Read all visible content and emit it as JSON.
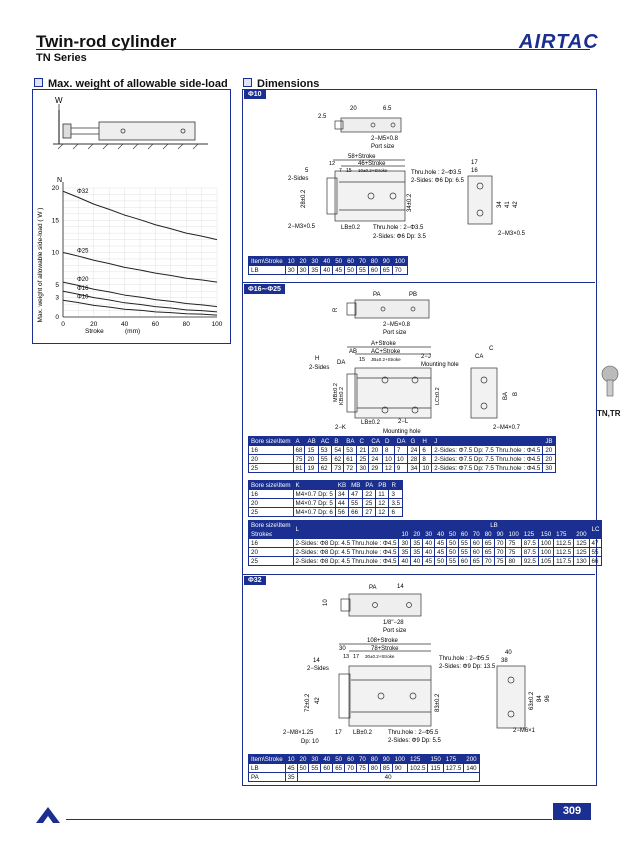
{
  "header": {
    "title": "Twin-rod cylinder",
    "series": "TN Series",
    "brand": "AIRTAC"
  },
  "left": {
    "heading": "Max. weight of allowable side-load",
    "w_label": "W",
    "n_label": "N",
    "ylabel": "Max. weight of allowable side-load ( W )",
    "xlabel": "Stroke",
    "xunit": "(mm)"
  },
  "chart_data": {
    "type": "line",
    "x_ticks": [
      0,
      20,
      40,
      60,
      80,
      100
    ],
    "y_ticks": [
      0,
      3,
      5,
      10,
      15,
      20
    ],
    "xlim": [
      0,
      100
    ],
    "ylim": [
      0,
      20
    ],
    "xlabel": "Stroke",
    "ylabel": "Max. weight of allowable side-load ( W )",
    "series": [
      {
        "name": "Φ32",
        "x": [
          0,
          20,
          40,
          60,
          80,
          100
        ],
        "y": [
          19.5,
          17.5,
          15.8,
          14.3,
          13.0,
          12.0
        ]
      },
      {
        "name": "Φ25",
        "x": [
          0,
          20,
          40,
          60,
          80,
          100
        ],
        "y": [
          10.0,
          8.8,
          7.7,
          6.8,
          6.0,
          5.4
        ]
      },
      {
        "name": "Φ20",
        "x": [
          0,
          20,
          40,
          60,
          80,
          100
        ],
        "y": [
          5.4,
          4.3,
          3.4,
          2.7,
          2.1,
          1.6
        ]
      },
      {
        "name": "Φ16",
        "x": [
          0,
          20,
          40,
          60,
          80,
          100
        ],
        "y": [
          4.0,
          3.0,
          2.2,
          1.6,
          1.1,
          0.8
        ]
      },
      {
        "name": "Φ10",
        "x": [
          0,
          20,
          40,
          60,
          80,
          100
        ],
        "y": [
          2.6,
          1.8,
          1.2,
          0.8,
          0.5,
          0.3
        ]
      }
    ]
  },
  "right": {
    "heading": "Dimensions",
    "p10": {
      "tag": "Φ10",
      "labels": {
        "d25": "2.5",
        "d20": "20",
        "d65": "6.5",
        "m5": "2−M5×0.8",
        "port": "Port size",
        "d58": "58+Stroke",
        "d12": "12",
        "d46": "46+Stroke",
        "d7": "7",
        "d15": "15",
        "d10": "10±0.2+Stroke",
        "d5": "5",
        "sides": "2-Sides",
        "thru1": "Thru.hole : 2−Φ3.5",
        "thru1b": "2-Sides: Φ6 Dp: 6.5",
        "d28": "28±0.2",
        "d34": "34±0.2",
        "m3": "2−M3×0.5",
        "lb": "LB±0.2",
        "thru2": "Thru.hole : 2−Φ3.5",
        "thru2b": "2-Sides: Φ6 Dp: 3.5",
        "d17": "17",
        "d16": "16",
        "d34b": "34",
        "d41": "41",
        "d42": "42",
        "m3b": "2−M3×0.5"
      },
      "table": [
        [
          "Item\\Stroke",
          "10",
          "20",
          "30",
          "40",
          "50",
          "60",
          "70",
          "80",
          "90",
          "100"
        ],
        [
          "LB",
          "30",
          "30",
          "35",
          "40",
          "45",
          "50",
          "55",
          "60",
          "65",
          "70"
        ]
      ]
    },
    "p16": {
      "tag": "Φ16∼Φ25",
      "labels": {
        "r": "R",
        "pa": "PA",
        "pb": "PB",
        "m5": "2−M5×0.8",
        "port": "Port size",
        "astroke": "A+Stroke",
        "ab": "AB",
        "ac": "AC+Stroke",
        "j": "2−J",
        "mount": "Mounting hole",
        "h": "H",
        "da": "DA",
        "d15": "15",
        "jb": "JB±0.2+Stroke",
        "sides": "2-Sides",
        "k": "2−K",
        "l": "2−L",
        "mount2": "Mounting hole",
        "lb": "LB±0.2",
        "c": "C",
        "ca": "CA",
        "m4": "2−M4×0.7",
        "kb": "KB±0.2",
        "mb": "MB±0.2",
        "lc": "LC±0.2",
        "ba": "BA",
        "b": "B"
      },
      "table1": [
        [
          "Bore size\\Item",
          "A",
          "AB",
          "AC",
          "B",
          "BA",
          "C",
          "CA",
          "D",
          "DA",
          "G",
          "H",
          "J",
          "JB"
        ],
        [
          "16",
          "68",
          "15",
          "53",
          "54",
          "53",
          "21",
          "20",
          "8",
          "7",
          "24",
          "6",
          "2-Sides: Φ7.5 Dp: 7.5 Thru.hole : Φ4.5",
          "20"
        ],
        [
          "20",
          "75",
          "20",
          "55",
          "62",
          "61",
          "25",
          "24",
          "10",
          "10",
          "28",
          "8",
          "2-Sides: Φ7.5 Dp: 7.5 Thru.hole : Φ4.5",
          "20"
        ],
        [
          "25",
          "81",
          "19",
          "62",
          "73",
          "72",
          "30",
          "29",
          "12",
          "9",
          "34",
          "10",
          "2-Sides: Φ7.5 Dp: 7.5 Thru.hole : Φ4.5",
          "30"
        ]
      ],
      "table2": [
        [
          "Bore size\\Item",
          "K",
          "KB",
          "MB",
          "PA",
          "PB",
          "R"
        ],
        [
          "16",
          "M4×0.7 Dp: 5",
          "34",
          "47",
          "22",
          "11",
          "3"
        ],
        [
          "20",
          "M4×0.7 Dp: 5",
          "44",
          "55",
          "25",
          "12",
          "3.5"
        ],
        [
          "25",
          "M4×0.7 Dp: 6",
          "56",
          "66",
          "27",
          "12",
          "6"
        ]
      ],
      "table3": {
        "head1": "Bore size\\Item",
        "head2": "Stroke≤",
        "l": "L",
        "lb": "LB",
        "lc": "LC",
        "strokes": [
          "10",
          "20",
          "30",
          "40",
          "50",
          "60",
          "70",
          "80",
          "90",
          "100",
          "125",
          "150",
          "175",
          "200"
        ],
        "rows": [
          [
            "16",
            "2-Sides: Φ8 Dp: 4.5 Thru.hole : Φ4.5",
            "30",
            "35",
            "40",
            "45",
            "50",
            "55",
            "60",
            "65",
            "70",
            "75",
            "87.5",
            "100",
            "112.5",
            "125",
            "47"
          ],
          [
            "20",
            "2-Sides: Φ8 Dp: 4.5 Thru.hole : Φ4.5",
            "35",
            "35",
            "40",
            "45",
            "50",
            "55",
            "60",
            "65",
            "70",
            "75",
            "87.5",
            "100",
            "112.5",
            "125",
            "55"
          ],
          [
            "25",
            "2-Sides: Φ8 Dp: 4.5 Thru.hole : Φ4.5",
            "40",
            "40",
            "45",
            "50",
            "55",
            "60",
            "65",
            "70",
            "75",
            "80",
            "92.5",
            "105",
            "117.5",
            "130",
            "66"
          ]
        ]
      }
    },
    "p32": {
      "tag": "Φ32",
      "labels": {
        "pa": "PA",
        "d14": "14",
        "d10": "10",
        "port1": "1/8\"−28",
        "port": "Port size",
        "d108": "108+Stroke",
        "d30": "30",
        "d78": "78+Stroke",
        "d13": "13",
        "d17": "17",
        "d30b": "30±0.2+Stroke",
        "d14b": "14",
        "sides": "2−Sides",
        "thru1": "Thru.hole : 2−Φ5.5",
        "thru1b": "2-Sides: Φ9 Dp: 13.5",
        "d72": "72±0.2",
        "d42": "42",
        "d83": "83±0.2",
        "m8": "2−M8×1.25",
        "dp10": "Dp: 10",
        "d17b": "17",
        "lb": "LB±0.2",
        "thru2": "Thru.hole : 2−Φ5.5",
        "thru2b": "2-Sides: Φ9 Dp: 5.5",
        "d40": "40",
        "d38": "38",
        "d63": "63±0.2",
        "d84": "84",
        "d96": "96",
        "m6": "2−M6×1"
      },
      "table": [
        [
          "Item\\Stroke",
          "10",
          "20",
          "30",
          "40",
          "50",
          "60",
          "70",
          "80",
          "90",
          "100",
          "125",
          "150",
          "175",
          "200"
        ],
        [
          "LB",
          "45",
          "50",
          "55",
          "60",
          "65",
          "70",
          "75",
          "80",
          "85",
          "90",
          "102.5",
          "115",
          "127.5",
          "140"
        ],
        [
          "PA",
          "35",
          "40"
        ]
      ]
    }
  },
  "footer": {
    "page": "309",
    "side_tab": "TN,TR"
  }
}
